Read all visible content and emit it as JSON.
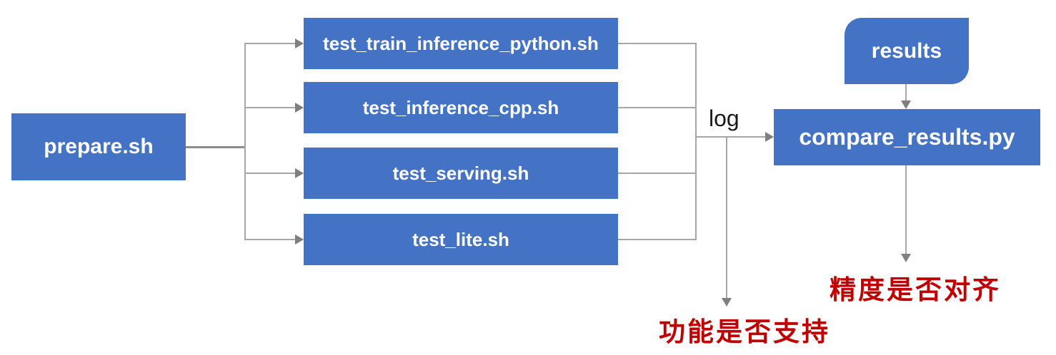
{
  "diagram": {
    "nodes": {
      "prepare": {
        "label": "prepare.sh"
      },
      "tests": [
        {
          "label": "test_train_inference_python.sh"
        },
        {
          "label": "test_inference_cpp.sh"
        },
        {
          "label": "test_serving.sh"
        },
        {
          "label": "test_lite.sh"
        }
      ],
      "results": {
        "label": "results"
      },
      "compare": {
        "label": "compare_results.py"
      }
    },
    "edge_labels": {
      "log": "log"
    },
    "annotations": {
      "feature_support": "功能是否支持",
      "precision_alignment": "精度是否对齐"
    },
    "colors": {
      "node_fill": "#4472C4",
      "node_text": "#FFFFFF",
      "connector_gray": "#A6A6A6",
      "main_connector_gray": "#8C8C8C",
      "arrowhead_gray": "#7F7F7F",
      "annotation_red": "#C00000",
      "edge_label_black": "#1A1A1A",
      "background": "#FFFFFF"
    }
  }
}
